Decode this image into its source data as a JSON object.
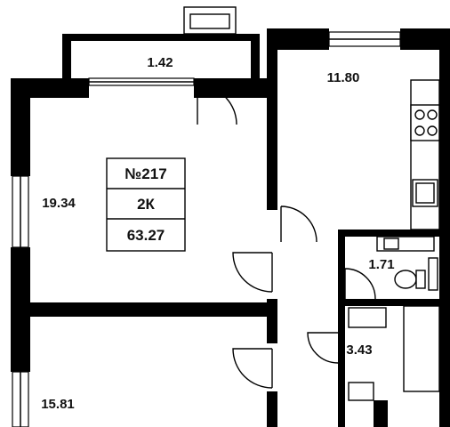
{
  "apartment": {
    "number": "№217",
    "type": "2К",
    "total_area": "63.27"
  },
  "rooms": [
    {
      "id": "balcony",
      "area": "1.42"
    },
    {
      "id": "kitchen",
      "area": "11.80"
    },
    {
      "id": "living",
      "area": "19.34"
    },
    {
      "id": "wc",
      "area": "1.71"
    },
    {
      "id": "bathroom",
      "area": "3.43"
    },
    {
      "id": "bedroom",
      "area": "15.81"
    }
  ],
  "colors": {
    "wall": "#000000",
    "background": "#ffffff",
    "text": "#111111"
  }
}
